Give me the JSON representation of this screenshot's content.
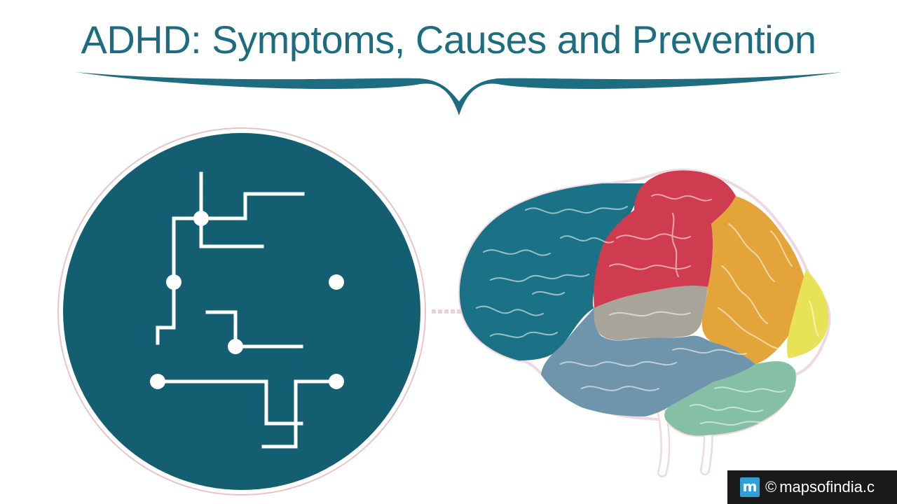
{
  "header": {
    "title": "ADHD: Symptoms, Causes and Prevention"
  },
  "illustration": {
    "circuit_icon": "circuit-icon",
    "brain_icon": "brain-lobes-icon"
  },
  "watermark": {
    "logo_letter": "m",
    "copyright_symbol": "©",
    "site": "mapsofindia.c"
  },
  "colors": {
    "title": "#1e6c80",
    "circle": "#135e70",
    "frontal_lobe": "#1b7286",
    "parietal_lobe": "#cf3b4f",
    "occipital_lobe": "#e3a43a",
    "occipital_tip": "#e8e356",
    "insula": "#a9a49a",
    "temporal_lobe": "#6f95ad",
    "cerebellum": "#84bfa6",
    "watermark_bg": "#1a1a1a",
    "watermark_logo": "#2f9fd8"
  }
}
